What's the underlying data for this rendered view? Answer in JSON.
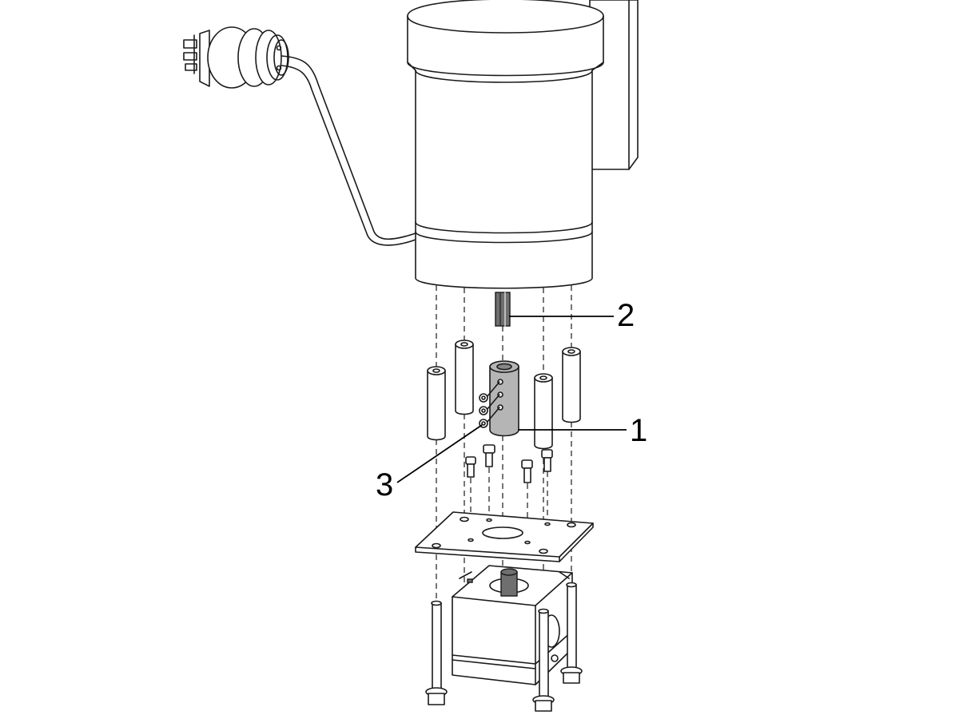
{
  "callouts": [
    {
      "id": "callout-1",
      "label": "1",
      "part": "coupling"
    },
    {
      "id": "callout-2",
      "label": "2",
      "part": "motor-shaft"
    },
    {
      "id": "callout-3",
      "label": "3",
      "part": "set-screws"
    }
  ]
}
